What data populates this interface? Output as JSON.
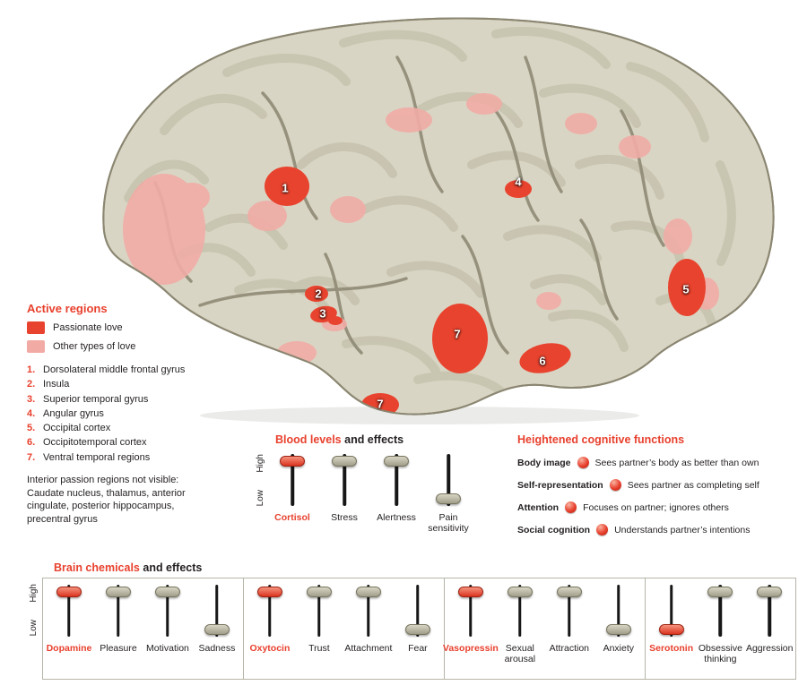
{
  "accent_color": "#e8402d",
  "pink_color": "#f2aba4",
  "brain": {
    "legend_title": "Active regions",
    "legend": [
      {
        "label": "Passionate love",
        "color": "#e8432e"
      },
      {
        "label": "Other types of love",
        "color": "#f2aba4"
      }
    ],
    "regions": [
      {
        "n": "1.",
        "name": "Dorsolateral middle frontal gyrus"
      },
      {
        "n": "2.",
        "name": "Insula"
      },
      {
        "n": "3.",
        "name": "Superior temporal gyrus"
      },
      {
        "n": "4.",
        "name": "Angular gyrus"
      },
      {
        "n": "5.",
        "name": "Occipital cortex"
      },
      {
        "n": "6.",
        "name": "Occipitotemporal cortex"
      },
      {
        "n": "7.",
        "name": "Ventral temporal regions"
      }
    ],
    "note_intro": "Interior passion regions not visible:",
    "note_body": "Caudate nucleus, thalamus, anterior cingulate, posterior hippocampus, precentral gyrus",
    "markers": [
      {
        "n": "1"
      },
      {
        "n": "2"
      },
      {
        "n": "3"
      },
      {
        "n": "4"
      },
      {
        "n": "5"
      },
      {
        "n": "6"
      },
      {
        "n": "7"
      },
      {
        "n": "7"
      }
    ]
  },
  "blood_levels": {
    "title_accent": "Blood levels",
    "title_rest": " and effects",
    "axis": {
      "high": "High",
      "low": "Low"
    },
    "sliders": [
      {
        "label": "Cortisol",
        "level": "high",
        "highlight": true
      },
      {
        "label": "Stress",
        "level": "high",
        "highlight": false
      },
      {
        "label": "Alertness",
        "level": "high",
        "highlight": false
      },
      {
        "label": "Pain sensitivity",
        "level": "low",
        "highlight": false
      }
    ]
  },
  "cognitive": {
    "title": "Heightened cognitive functions",
    "rows": [
      {
        "label": "Body image",
        "desc": "Sees partner’s body as better than own"
      },
      {
        "label": "Self-representation",
        "desc": "Sees partner as completing self"
      },
      {
        "label": "Attention",
        "desc": "Focuses on partner; ignores others"
      },
      {
        "label": "Social cognition",
        "desc": "Understands partner’s intentions"
      }
    ]
  },
  "chemicals": {
    "title_accent": "Brain chemicals",
    "title_rest": " and effects",
    "axis": {
      "high": "High",
      "low": "Low"
    },
    "groups": [
      {
        "sliders": [
          {
            "label": "Dopamine",
            "level": "high",
            "highlight": true
          },
          {
            "label": "Pleasure",
            "level": "high",
            "highlight": false
          },
          {
            "label": "Motivation",
            "level": "high",
            "highlight": false
          },
          {
            "label": "Sadness",
            "level": "low",
            "highlight": false
          }
        ]
      },
      {
        "sliders": [
          {
            "label": "Oxytocin",
            "level": "high",
            "highlight": true
          },
          {
            "label": "Trust",
            "level": "high",
            "highlight": false
          },
          {
            "label": "Attachment",
            "level": "high",
            "highlight": false
          },
          {
            "label": "Fear",
            "level": "low",
            "highlight": false
          }
        ]
      },
      {
        "sliders": [
          {
            "label": "Vasopressin",
            "level": "high",
            "highlight": true
          },
          {
            "label": "Sexual arousal",
            "level": "high",
            "highlight": false
          },
          {
            "label": "Attraction",
            "level": "high",
            "highlight": false
          },
          {
            "label": "Anxiety",
            "level": "low",
            "highlight": false
          }
        ]
      },
      {
        "sliders": [
          {
            "label": "Serotonin",
            "level": "low",
            "highlight": true
          },
          {
            "label": "Obsessive thinking",
            "level": "high",
            "highlight": false
          },
          {
            "label": "Aggression",
            "level": "high",
            "highlight": false
          }
        ]
      }
    ]
  }
}
